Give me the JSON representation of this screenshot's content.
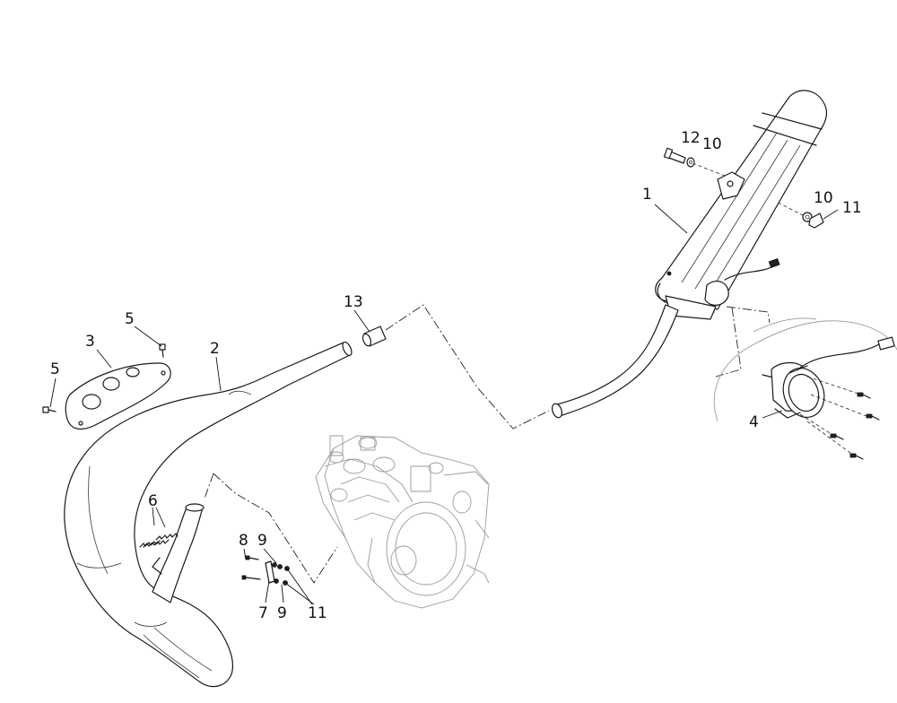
{
  "callouts": {
    "c1": "1",
    "c2": "2",
    "c3": "3",
    "c4": "4",
    "c5a": "5",
    "c5b": "5",
    "c6": "6",
    "c7": "7",
    "c8": "8",
    "c9a": "9",
    "c9b": "9",
    "c10a": "10",
    "c10b": "10",
    "c11a": "11",
    "c11b": "11",
    "c12": "12",
    "c13": "13"
  }
}
